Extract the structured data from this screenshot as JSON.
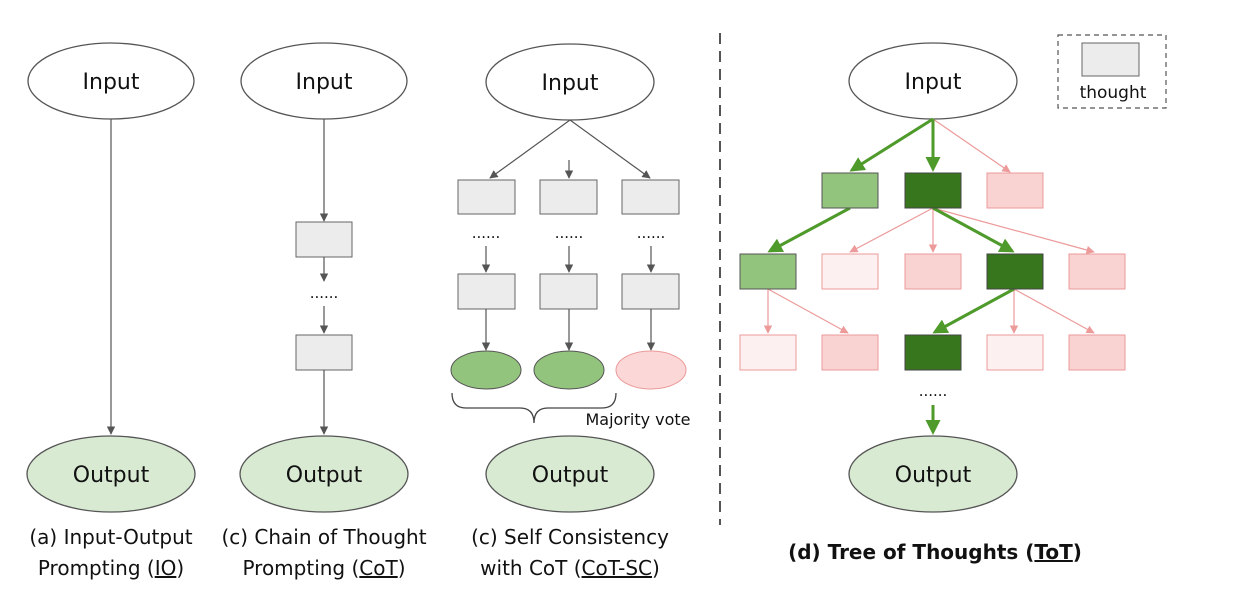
{
  "nodes": {
    "input": "Input",
    "output": "Output",
    "ellipsis": "......"
  },
  "annotations": {
    "majority_vote": "Majority vote",
    "legend_thought": "thought"
  },
  "captions": {
    "io": {
      "line1": "(a) Input-Output",
      "line2_prefix": "Prompting (",
      "abbr": "IO",
      "suffix": ")"
    },
    "cot": {
      "line1": "(c) Chain of Thought",
      "line2_prefix": "Prompting (",
      "abbr": "CoT",
      "suffix": ")"
    },
    "cotsc": {
      "line1": "(c) Self Consistency",
      "line2_prefix": "with CoT (",
      "abbr": "CoT-SC",
      "suffix": ")"
    },
    "tot": {
      "prefix": "(d) Tree of Thoughts (",
      "abbr": "ToT",
      "suffix": ")"
    }
  },
  "colors": {
    "ellipse_stroke": "#555555",
    "output_fill": "#d9ead3",
    "thought_fill": "#ececec",
    "thought_stroke": "#666666",
    "green_light": "#93c47d",
    "green_dark": "#38761d",
    "green_arrow": "#4e9a2a",
    "pink_fill": "#f9d2d2",
    "pink_light": "#fdf0f0",
    "pink_stroke": "#ec9a9a",
    "pink_ellipse": "#fbd7d7"
  }
}
